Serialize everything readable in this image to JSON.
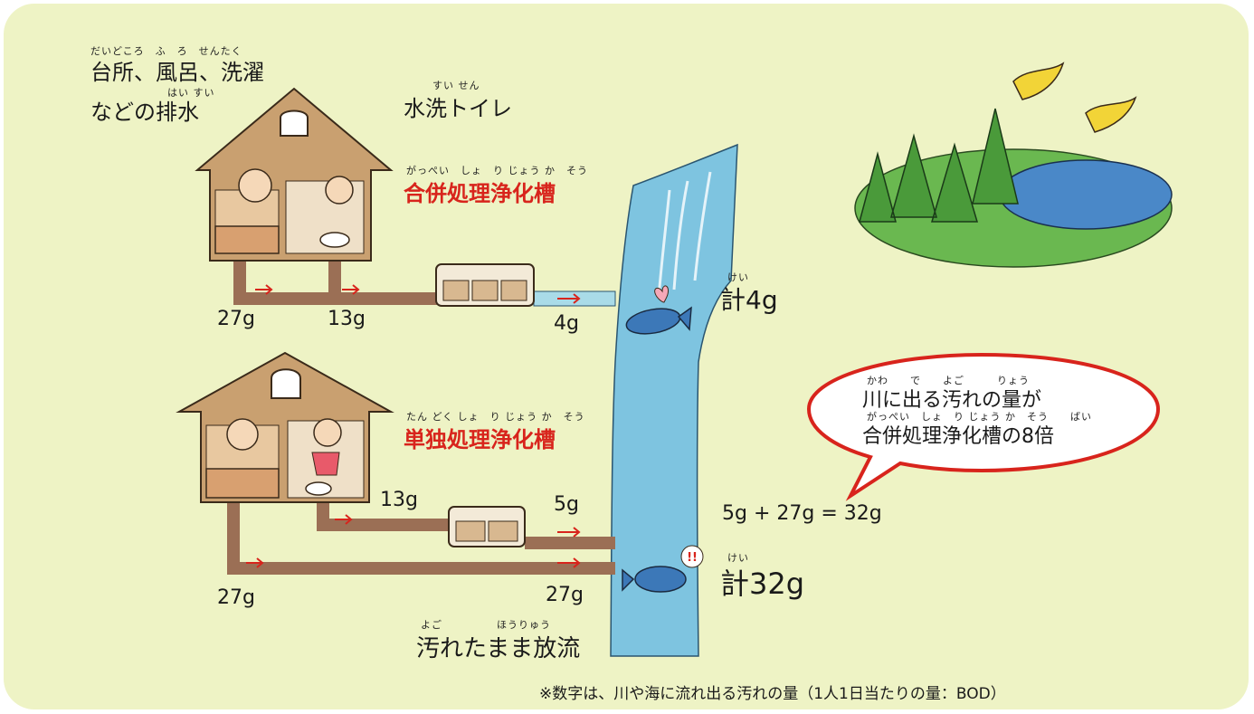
{
  "colors": {
    "background": "#eef3c5",
    "house": "#c9a070",
    "house_outline": "#3a2a1a",
    "pipe": "#9b6f55",
    "river": "#7ec4e0",
    "red_text": "#d8241c",
    "arrow": "#d8241c",
    "bubble_border": "#d8241c"
  },
  "labels": {
    "kitchen": {
      "ruby_line": "だいどころ　ふ　ろ　せんたく",
      "line1": "台所、風呂、洗濯",
      "line2_ruby": "はい すい",
      "line2": "などの排水"
    },
    "toilet": {
      "ruby": "すい せん",
      "text": "水洗トイレ"
    },
    "combined_tank": {
      "ruby": "がっぺい　しょ　り じょう か　そう",
      "text": "合併処理浄化槽"
    },
    "single_tank": {
      "ruby": "たん どく しょ　り じょう か　そう",
      "text": "単独処理浄化槽"
    },
    "untreated": {
      "ruby": "よご　　　　　ほうりゅう",
      "text": "汚れたまま放流"
    }
  },
  "amounts": {
    "house1_kitchen": "27g",
    "house1_toilet": "13g",
    "house1_out": "4g",
    "house2_toilet": "13g",
    "house2_out": "5g",
    "house2_kitchen": "27g",
    "house2_kitchen_out": "27g"
  },
  "totals": {
    "ruby": "けい",
    "total1": "計4g",
    "total2": "計32g",
    "equation": "5g + 27g = 32g"
  },
  "bubble": {
    "line1_ruby": "かわ　　で　　よご　　　りょう",
    "line1": "川に出る汚れの量が",
    "line2_ruby": "がっぺい　しょ　り じょう か　そう　　ばい",
    "line2": "合併処理浄化槽の8倍"
  },
  "footnote": "※数字は、川や海に流れ出る汚れの量（1人1日当たりの量：BOD）"
}
